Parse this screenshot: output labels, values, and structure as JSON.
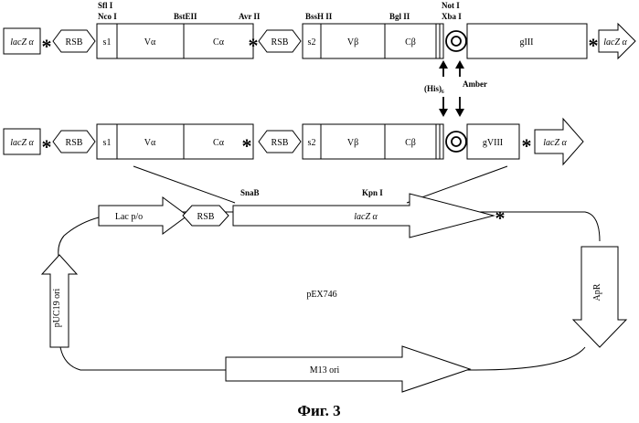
{
  "labels": {
    "lacZ": "lacZ α",
    "rsb": "RSB",
    "s1": "s1",
    "s2": "s2",
    "valpha": "Vα",
    "calpha": "Cα",
    "vbeta": "Vβ",
    "cbeta": "Cβ",
    "g3": "gIII",
    "g8": "gVIII",
    "his": "(His)₆",
    "amber": "Amber",
    "lacpo": "Lac p/o",
    "lacz_inner": "lacZ α",
    "apr": "ApR",
    "m13": "M13 ori",
    "puc": "pUC19 ori",
    "plasmid": "pEX746",
    "star": "*"
  },
  "sites": {
    "sfi": "Sfl I",
    "nco": "Nco I",
    "bst": "BstEII",
    "avr": "Avr II",
    "bss": "BssH II",
    "bgl": "Bgl II",
    "not": "Not I",
    "xba": "Xba I",
    "snab": "SnaB",
    "kpn": "Kpn I"
  },
  "caption": "Фиг. 3"
}
